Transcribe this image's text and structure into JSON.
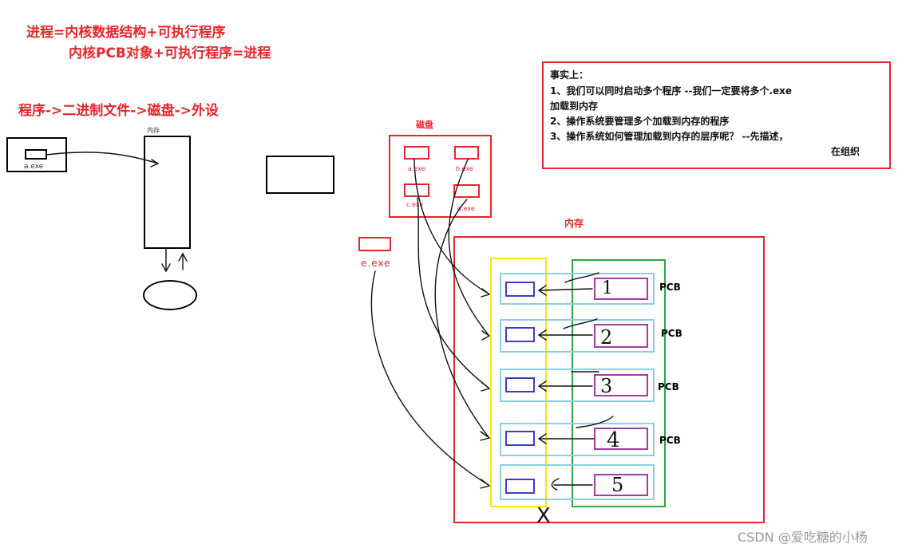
{
  "header": {
    "line1": "进程=内核数据结构+可执行程序",
    "line2": "内核PCB对象+可执行程序=进程",
    "line3": "程序->二进制文件->磁盘->外设"
  },
  "left": {
    "file_label": "a.exe",
    "memory_title": "内存"
  },
  "disk": {
    "title": "磁盘",
    "files": [
      "a.exe",
      "b.exe",
      "c.exe",
      "d.exe"
    ]
  },
  "outside_file": "e.exe",
  "memory": {
    "title": "内存",
    "rows": [
      {
        "num": "1",
        "pcb": "PCB"
      },
      {
        "num": "2",
        "pcb": "PCB"
      },
      {
        "num": "3",
        "pcb": "PCB"
      },
      {
        "num": "4",
        "pcb": "PCB"
      },
      {
        "num": "5",
        "pcb": ""
      }
    ],
    "x_mark": "X"
  },
  "note": {
    "lines": [
      "事实上：",
      "1、我们可以同时启动多个程序 --我们一定要将多个.exe",
      "加载到内存",
      "2、操作系统要管理多个加载到内存的程序",
      "3、操作系统如何管理加载到内存的层序呢？ --先描述，",
      "在组织"
    ]
  },
  "watermark": "CSDN @爱吃糖的小杨",
  "colors": {
    "red": "#e8262a",
    "yellow": "#ffe600",
    "green": "#2aa843",
    "lightblue": "#8ccfe0",
    "blue": "#3c3ccc",
    "purple": "#a03ca8"
  }
}
